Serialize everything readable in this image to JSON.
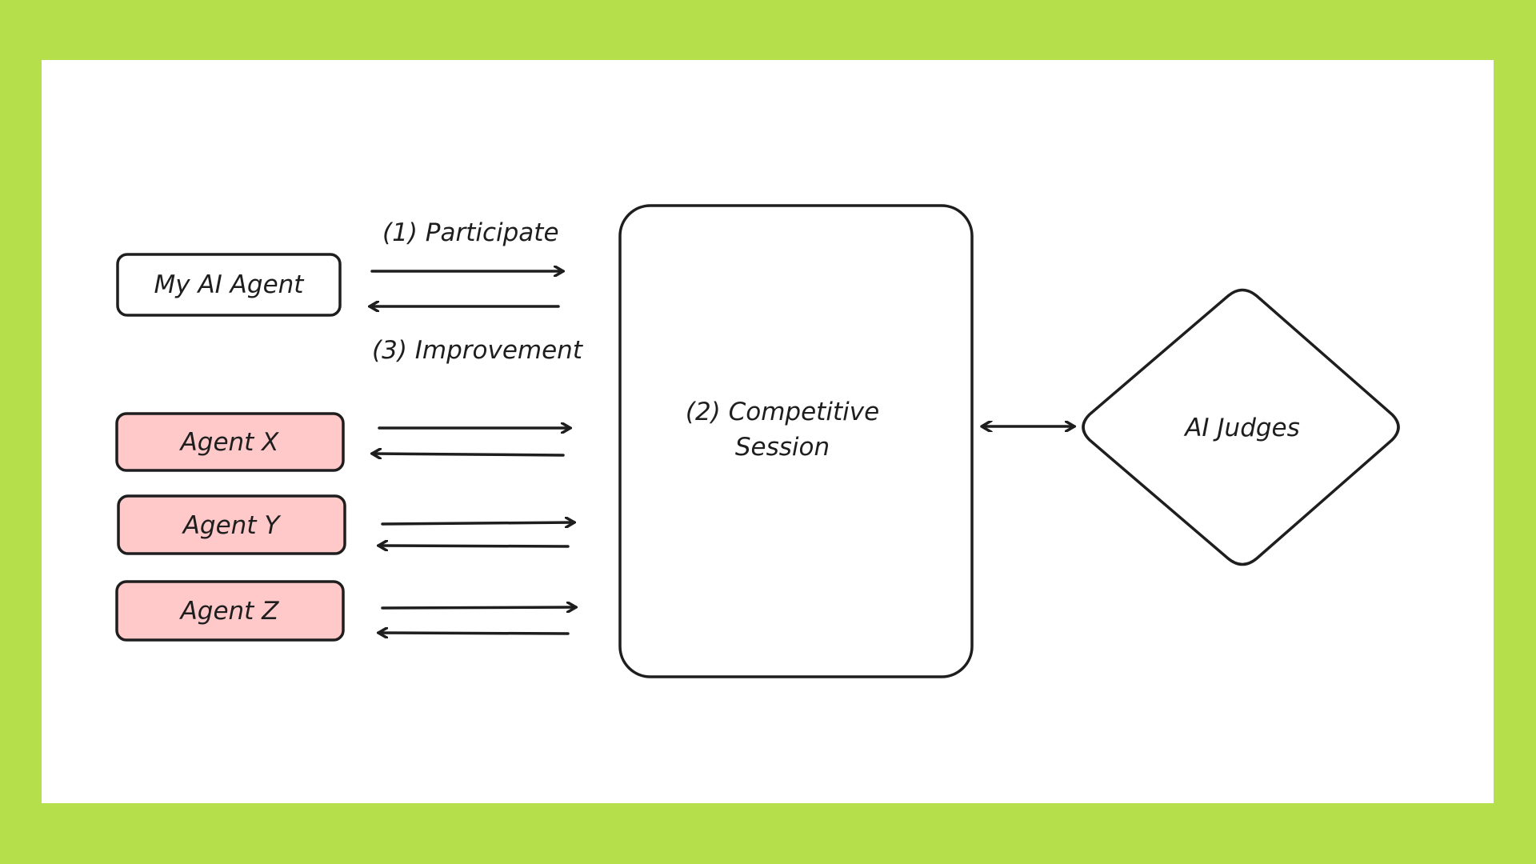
{
  "colors": {
    "background": "#b6e04b",
    "panel": "#ffffff",
    "agent_fill": "#ffc9c9",
    "stroke": "#1e1e1e"
  },
  "nodes": {
    "my_agent": "My AI Agent",
    "agent_x": "Agent X",
    "agent_y": "Agent Y",
    "agent_z": "Agent Z",
    "session_line1": "(2) Competitive",
    "session_line2": "Session",
    "judges": "AI Judges"
  },
  "edges": {
    "participate": "(1) Participate",
    "improvement": "(3) Improvement"
  }
}
